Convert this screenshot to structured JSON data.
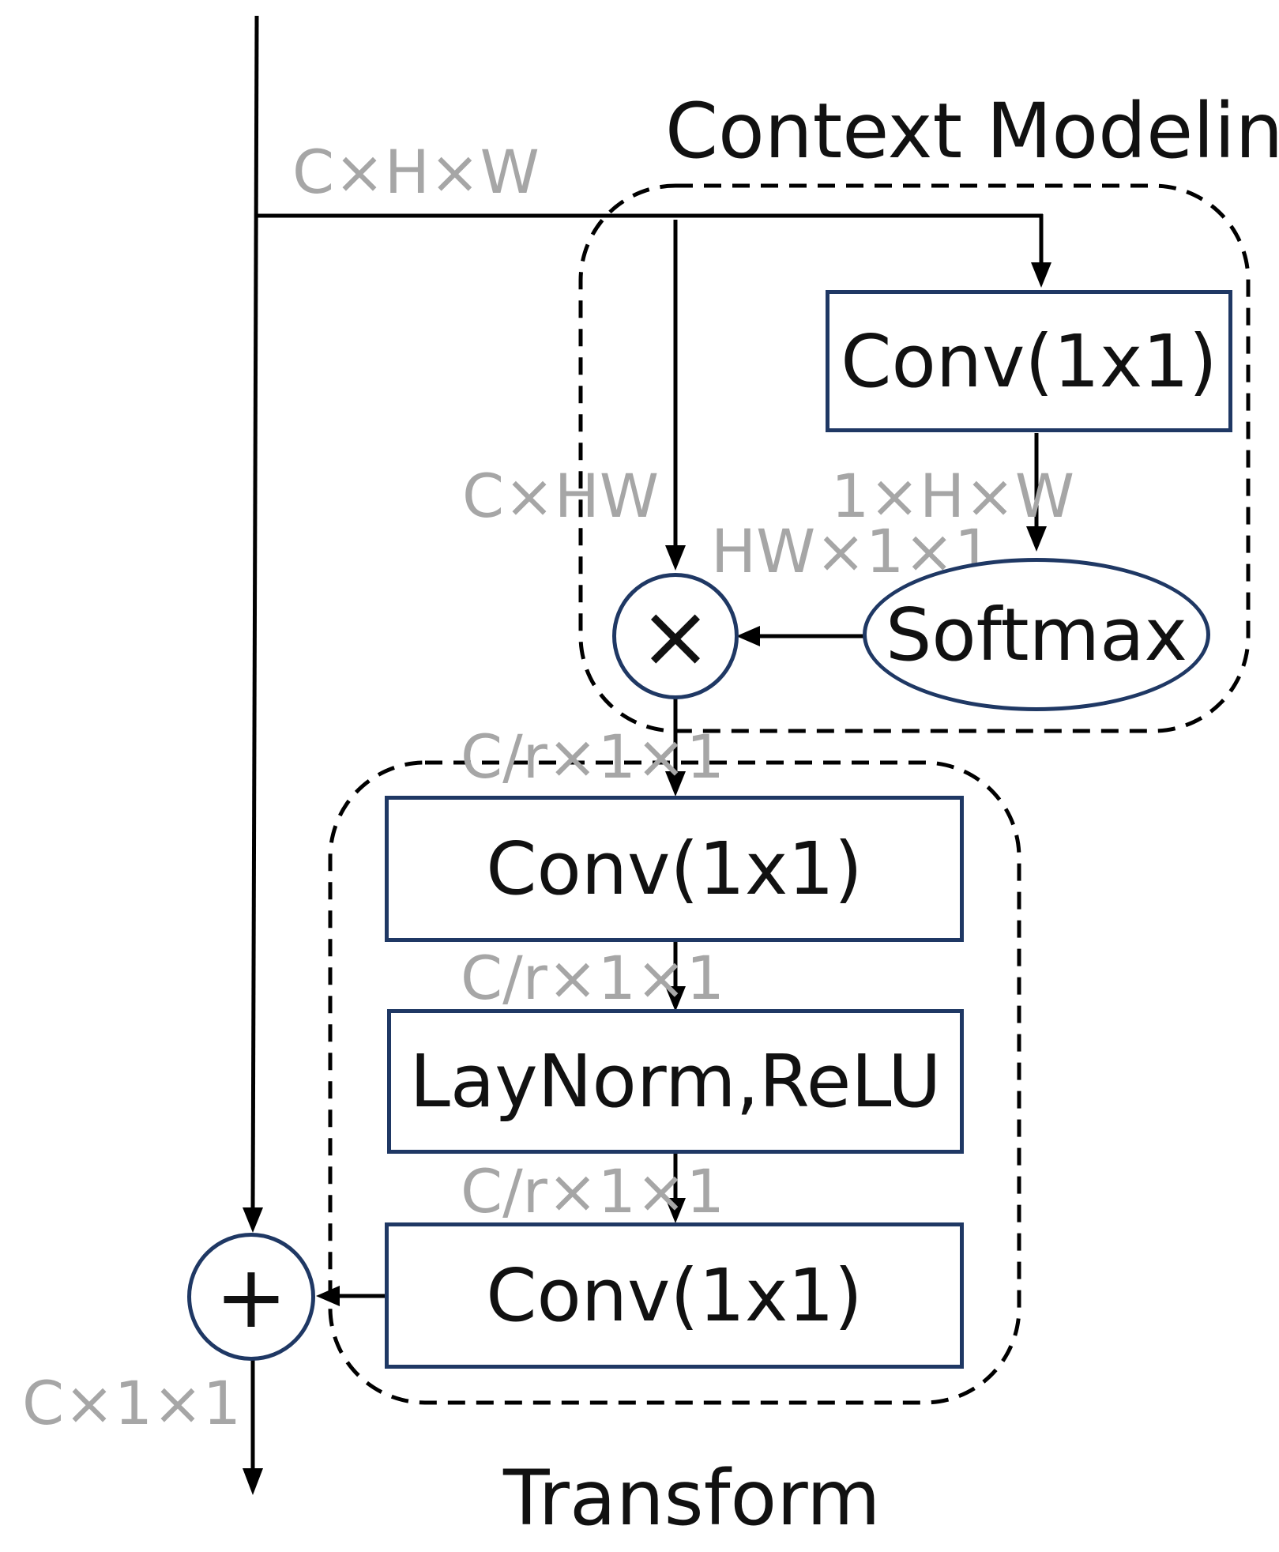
{
  "titles": {
    "context_modeling": "Context Modeling",
    "transform": "Transform"
  },
  "dims": {
    "input": "C×H×W",
    "reshaped": "C×HW",
    "attn_map": "1×H×W",
    "attn_vec": "HW×1×1",
    "bottleneck_1": "C/r×1×1",
    "bottleneck_2": "C/r×1×1",
    "bottleneck_3": "C/r×1×1",
    "output": "C×1×1"
  },
  "nodes": {
    "context_conv": "Conv(1x1)",
    "softmax": "Softmax",
    "multiply": "×",
    "transform_conv1": "Conv(1x1)",
    "layernorm_relu": "LayNorm,ReLU",
    "transform_conv2": "Conv(1x1)",
    "add": "+"
  },
  "colors": {
    "node_border": "#1f3864",
    "line": "#000000",
    "dim_text": "#a6a6a6"
  }
}
